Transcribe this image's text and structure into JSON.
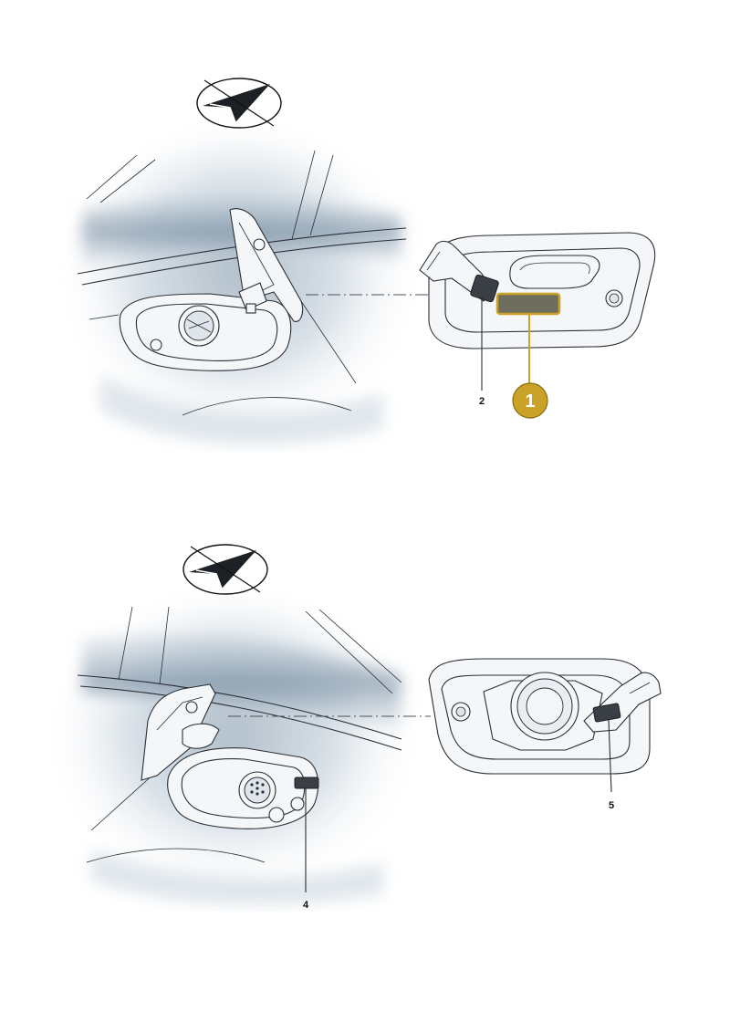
{
  "callouts": {
    "label_1": "1",
    "label_2": "2",
    "label_4": "4",
    "label_5": "5"
  },
  "colors": {
    "highlight": "#c9a227",
    "highlight_fill": "#6f6e5e",
    "shade": "#7f95a8",
    "stroke": "#2a2f36",
    "label_dark": "#3a3f45"
  },
  "icons": {
    "top_symbol": "crossed-paper-plane-icon",
    "bottom_symbol": "crossed-paper-plane-icon"
  }
}
